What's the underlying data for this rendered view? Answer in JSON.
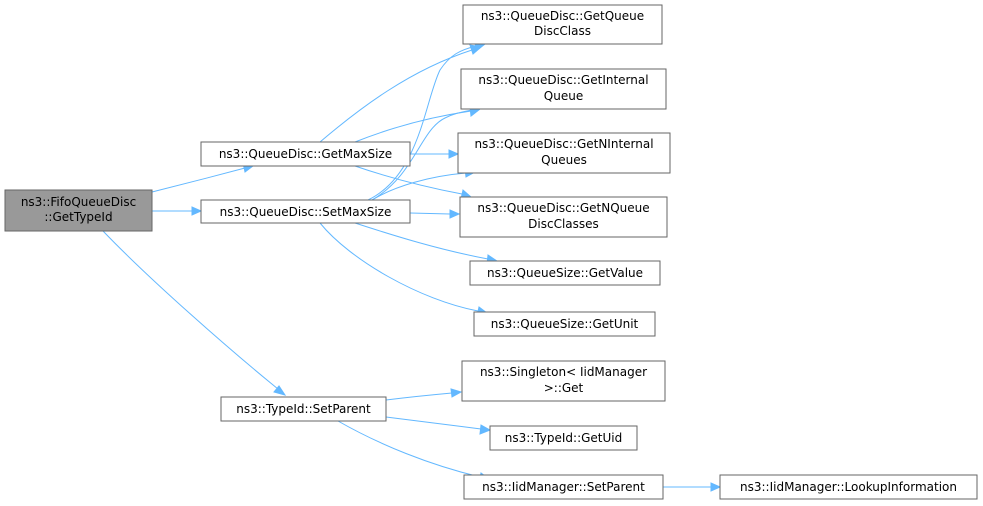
{
  "graph": {
    "nodes": {
      "fifo_gettypeid": {
        "line1": "ns3::FifoQueueDisc",
        "line2": "::GetTypeId"
      },
      "qd_getmaxsize": {
        "line1": "ns3::QueueDisc::GetMaxSize"
      },
      "qd_setmaxsize": {
        "line1": "ns3::QueueDisc::SetMaxSize"
      },
      "typeid_setparent": {
        "line1": "ns3::TypeId::SetParent"
      },
      "qd_getqueuedisc_class": {
        "line1": "ns3::QueueDisc::GetQueue",
        "line2": "DiscClass"
      },
      "qd_getinternalqueue": {
        "line1": "ns3::QueueDisc::GetInternal",
        "line2": "Queue"
      },
      "qd_getninternalqueues": {
        "line1": "ns3::QueueDisc::GetNInternal",
        "line2": "Queues"
      },
      "qd_getnqueuediscclasses": {
        "line1": "ns3::QueueDisc::GetNQueue",
        "line2": "DiscClasses"
      },
      "qs_getvalue": {
        "line1": "ns3::QueueSize::GetValue"
      },
      "qs_getunit": {
        "line1": "ns3::QueueSize::GetUnit"
      },
      "singleton_get": {
        "line1": "ns3::Singleton< IidManager",
        "line2": ">::Get"
      },
      "typeid_getuid": {
        "line1": "ns3::TypeId::GetUid"
      },
      "iid_setparent": {
        "line1": "ns3::IidManager::SetParent"
      },
      "iid_lookupinformation": {
        "line1": "ns3::IidManager::LookupInformation"
      }
    },
    "colors": {
      "edge": "#63b8ff",
      "root_fill": "#999999",
      "node_fill": "#ffffff",
      "node_border": "#666666"
    }
  }
}
